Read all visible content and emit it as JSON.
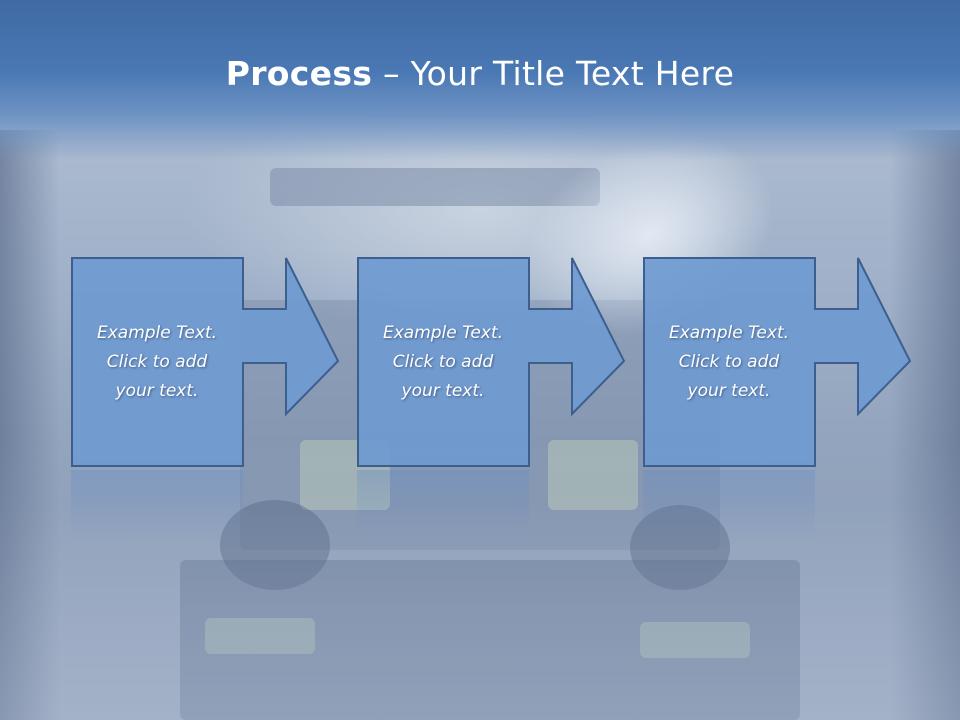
{
  "title": {
    "bold": "Process",
    "rest": " – Your Title Text Here"
  },
  "colors": {
    "shape_fill": "#6f9ad0",
    "shape_stroke": "#3d5f8e",
    "title_bar": "#4a78b4"
  },
  "steps": [
    {
      "text": "Example Text.\nClick  to add\nyour text."
    },
    {
      "text": "Example Text.\nClick  to add\nyour text."
    },
    {
      "text": "Example Text.\nClick  to add\nyour text."
    }
  ]
}
